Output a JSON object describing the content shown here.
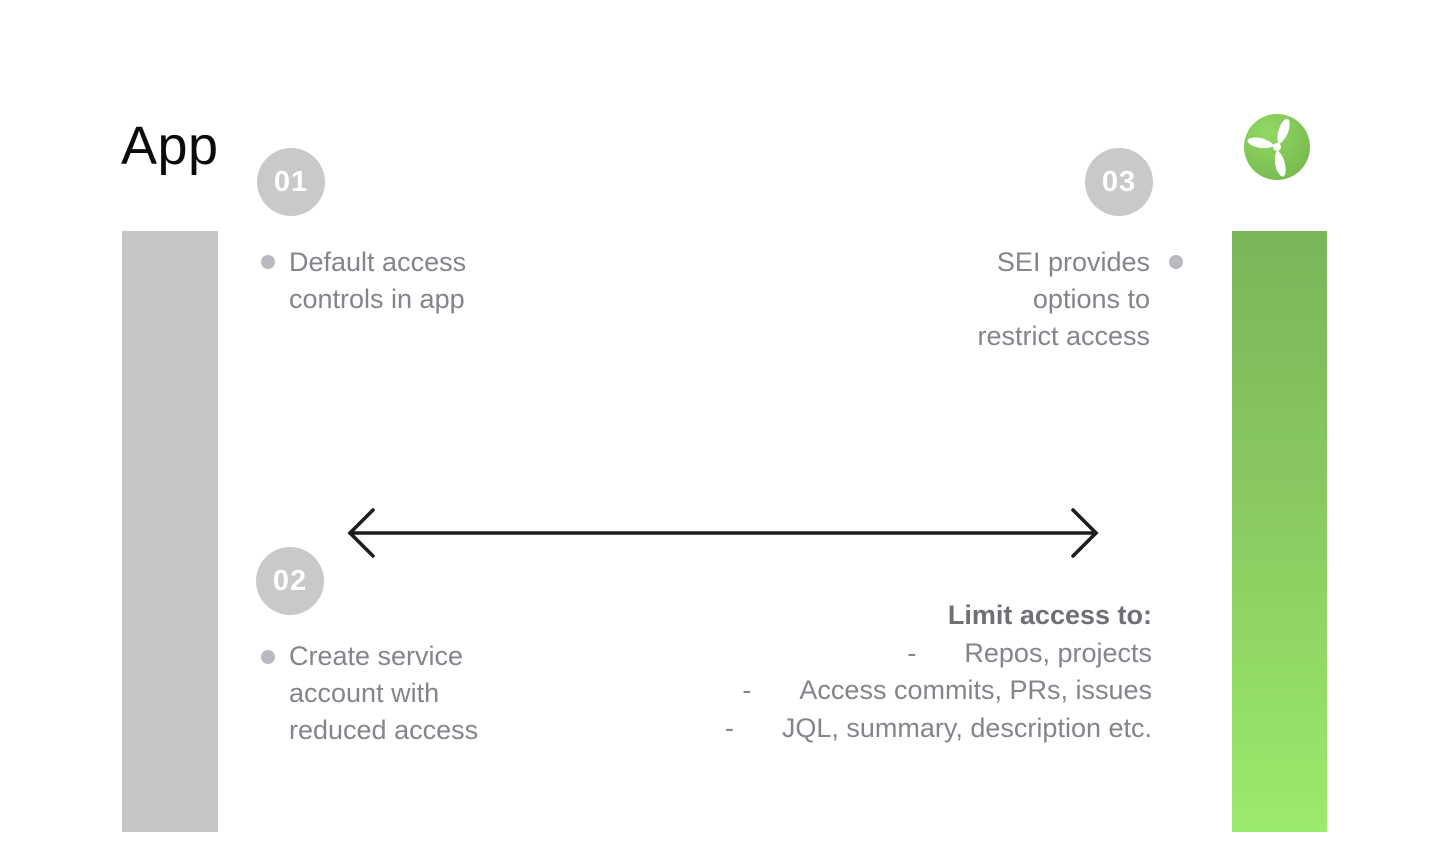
{
  "title": "App",
  "logo": {
    "icon": "propeller-icon"
  },
  "steps": [
    {
      "number": "01",
      "lines": [
        "Default access",
        "controls in app"
      ]
    },
    {
      "number": "02",
      "lines": [
        "Create service",
        "account with",
        "reduced access"
      ]
    },
    {
      "number": "03",
      "lines": [
        "SEI provides",
        "options to",
        "restrict access"
      ]
    }
  ],
  "limit_block": {
    "heading": "Limit access to:",
    "dash": "-",
    "items": [
      "Repos, projects",
      "Access commits, PRs, issues",
      "JQL, summary, description etc."
    ]
  },
  "colors": {
    "background": "#ffffff",
    "title_text": "#0b0b0b",
    "gray_bar": "#c6c6c7",
    "green_bar_top": "#78b658",
    "green_bar_bottom": "#9cea6d",
    "step_circle": "#c9c9ca",
    "step_number": "#ffffff",
    "body_text": "#84858c",
    "heading_text": "#6f7076",
    "bullet": "#b9bac0",
    "arrow": "#1d1d1f",
    "logo_green_light": "#92d964",
    "logo_green_dark": "#74b54c"
  }
}
